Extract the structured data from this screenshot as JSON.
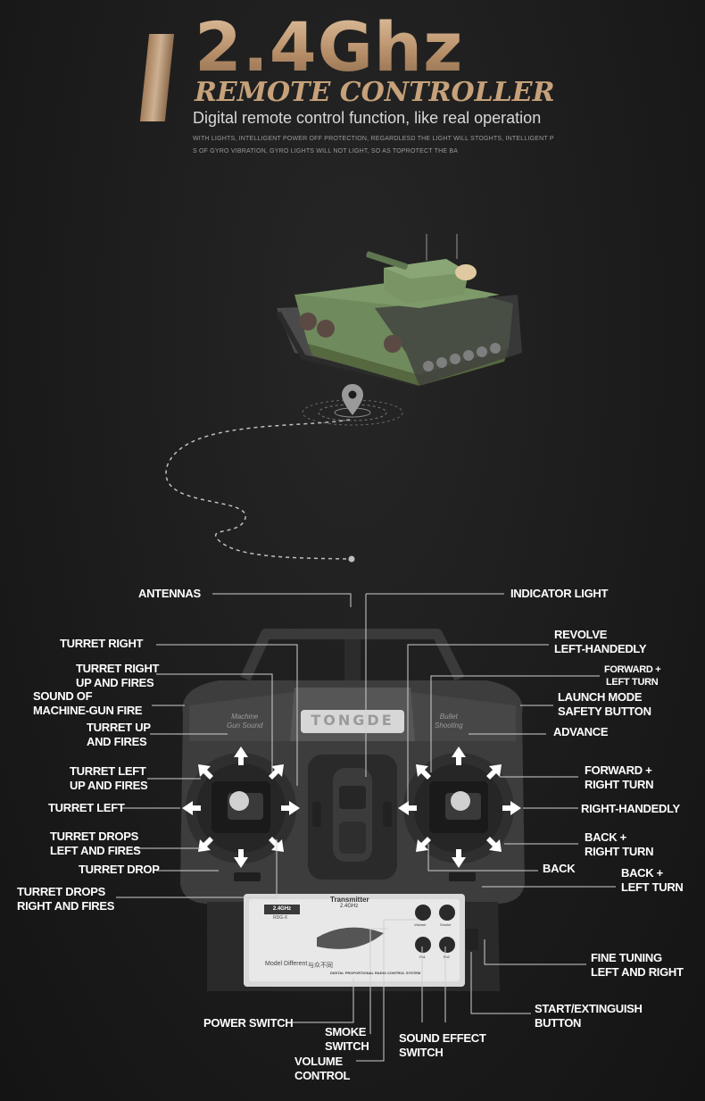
{
  "header": {
    "title": "2.4Ghz",
    "subtitle": "REMOTE CONTROLLER",
    "tagline": "Digital remote control function, like real operation",
    "note_lines": [
      "WITH LIGHTS, INTELLIGENT POWER OFF PROTECTION, REGARDLESD THE LIGHT WILL STOGHTS, INTELLIGENT P",
      "S OF GYRO VIBRATION, GYRO LIGHTS WILL NOT LIGHT, SO AS TOPROTECT THE BA"
    ]
  },
  "labels": {
    "antennas": "ANTENNAS",
    "indicator_light": "INDICATOR LIGHT",
    "turret_right": "TURRET RIGHT",
    "turret_right_up_fires": [
      "TURRET RIGHT",
      "UP AND FIRES"
    ],
    "machine_gun": [
      "SOUND OF",
      "MACHINE-GUN FIRE"
    ],
    "turret_up_fires": [
      "TURRET UP",
      "AND FIRES"
    ],
    "turret_left_up_fires": [
      "TURRET LEFT",
      "UP AND FIRES"
    ],
    "turret_left": "TURRET LEFT",
    "turret_drops_left": [
      "TURRET DROPS",
      "LEFT AND FIRES"
    ],
    "turret_drop": "TURRET DROP",
    "turret_drops_right": [
      "TURRET DROPS",
      "RIGHT AND FIRES"
    ],
    "revolve_left": [
      "REVOLVE",
      "LEFT-HANDEDLY"
    ],
    "forward_left": [
      "FORWARD +",
      "LEFT TURN"
    ],
    "launch_mode": [
      "LAUNCH MODE",
      "SAFETY BUTTON"
    ],
    "advance": "ADVANCE",
    "forward_right": [
      "FORWARD +",
      "RIGHT TURN"
    ],
    "right_handedly": "RIGHT-HANDEDLY",
    "back_right": [
      "BACK +",
      "RIGHT TURN"
    ],
    "back": "BACK",
    "back_left": [
      "BACK +",
      "LEFT TURN"
    ],
    "fine_tuning": [
      "FINE TUNING",
      "LEFT AND RIGHT"
    ],
    "start_extinguish": [
      "START/EXTINGUISH",
      "BUTTON"
    ],
    "power_switch": "POWER SWITCH",
    "smoke_switch": [
      "SMOKE",
      "SWITCH"
    ],
    "sound_effect": [
      "SOUND EFFECT",
      "SWITCH"
    ],
    "volume_control": [
      "VOLUME",
      "CONTROL"
    ]
  },
  "device_text": {
    "brand": "TONGDE",
    "left_caption": [
      "Machine",
      "Gun Sound"
    ],
    "right_caption": [
      "Bullet",
      "Shooting"
    ],
    "panel_title": "Transmitter",
    "panel_freq": "2.4GHz",
    "panel_badge": "2.4GHz",
    "panel_model_code": "RDG-X",
    "panel_model": "Model Different",
    "panel_brand_cn": "与众不同",
    "panel_system": "DIGITAL PROPORTIONAL RADIO CONTROL SYSTEM",
    "knob_labels": [
      "Volume",
      "Smoke",
      "Fn1",
      "Fn2"
    ]
  },
  "colors": {
    "title_gold": "#c9a47c",
    "background": "#1d1d1d",
    "tank_green": "#6f8a5c",
    "arrow": "#ffffff",
    "leader_line": "#cfcfcf"
  },
  "icons": [
    "location-pin-icon",
    "arrow-up-icon",
    "arrow-down-icon",
    "arrow-left-icon",
    "arrow-right-icon",
    "diagonal-arrow-icon"
  ]
}
